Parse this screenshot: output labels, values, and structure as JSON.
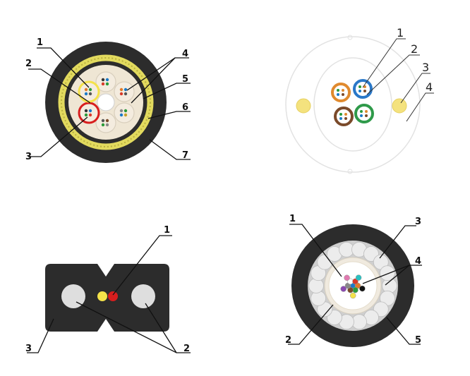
{
  "diagrams": [
    {
      "id": "fig-a",
      "callouts": [
        "1",
        "2",
        "3",
        "4",
        "5",
        "6",
        "7"
      ]
    },
    {
      "id": "fig-b",
      "callouts": [
        "1",
        "2",
        "3",
        "4"
      ]
    },
    {
      "id": "fig-c",
      "callouts": [
        "1",
        "2",
        "3"
      ]
    },
    {
      "id": "fig-d",
      "callouts": [
        "1",
        "2",
        "3",
        "4",
        "5"
      ]
    }
  ],
  "colors": {
    "jacket": "#2c2c2c",
    "armor_yellow": "#e0d85a",
    "inner_sheath": "#f0e8d6",
    "tube_fill": "#f2eadf",
    "strength_member": "#dedede",
    "highlight_yellow": "#f4e24a",
    "highlight_red": "#d81e1e",
    "orange": "#e08a2e",
    "blue": "#2a78c8",
    "brown": "#7a4a2a",
    "green": "#2f9a4a"
  }
}
